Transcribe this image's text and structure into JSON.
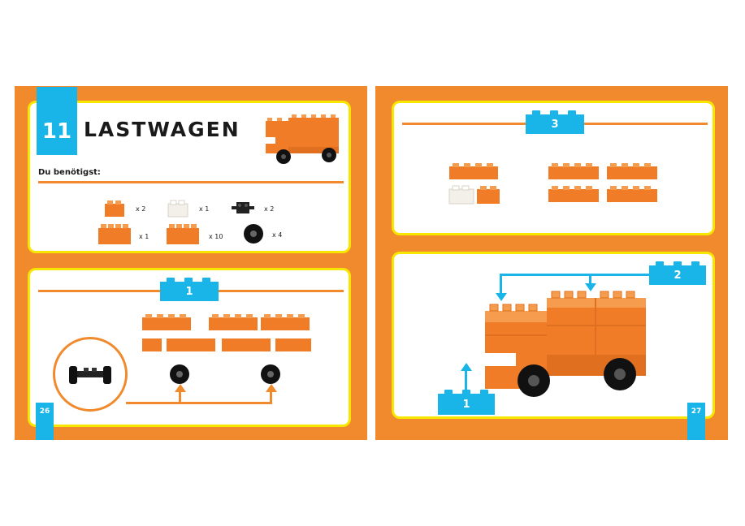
{
  "left_page": {
    "step_number": "11",
    "title": "LASTWAGEN",
    "needs_label": "Du benötigst:",
    "parts": [
      {
        "icon": "orange-brick-2x2-icon",
        "qty": "x 2"
      },
      {
        "icon": "white-brick-2x2-icon",
        "qty": "x 1"
      },
      {
        "icon": "black-axle-plate-icon",
        "qty": "x 2"
      },
      {
        "icon": "orange-brick-2x4-icon",
        "qty": "x 1"
      },
      {
        "icon": "orange-brick-2x4-flat-icon",
        "qty": "x 10"
      },
      {
        "icon": "black-wheel-icon",
        "qty": "x 4"
      }
    ],
    "step1_label": "1",
    "page_number": "26"
  },
  "right_page": {
    "step3_label": "3",
    "step2_label": "2",
    "step1_label": "1",
    "page_number": "27"
  },
  "colors": {
    "orange": "#f08a2c",
    "yellow": "#f7e600",
    "blue": "#19b5e8",
    "brick": "#f07c28"
  }
}
